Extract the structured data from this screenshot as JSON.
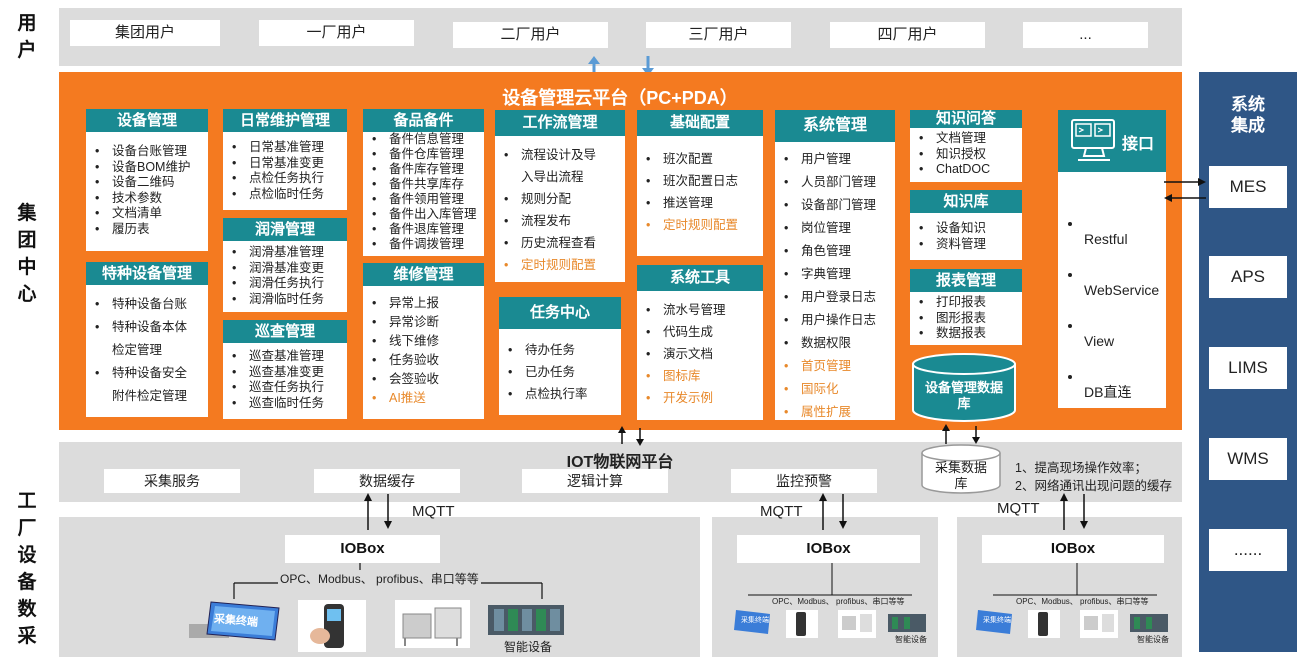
{
  "labels": {
    "user": "用户",
    "group_center": "集团中心",
    "factory": "工厂设备数采"
  },
  "users": [
    "集团用户",
    "一厂用户",
    "二厂用户",
    "三厂用户",
    "四厂用户",
    "..."
  ],
  "platform_title": "设备管理云平台（PC+PDA）",
  "modules": {
    "equipment": {
      "title": "设备管理",
      "items": [
        "设备台账管理",
        "设备BOM维护",
        "设备二维码",
        "技术参数",
        "文档清单",
        "履历表"
      ]
    },
    "special": {
      "title": "特种设备管理",
      "items": [
        "特种设备台账",
        "特种设备本体",
        "检定管理",
        "特种设备安全",
        "附件检定管理"
      ]
    },
    "daily": {
      "title": "日常维护管理",
      "items": [
        "日常基准管理",
        "日常基准变更",
        "点检任务执行",
        "点检临时任务"
      ]
    },
    "lube": {
      "title": "润滑管理",
      "items": [
        "润滑基准管理",
        "润滑基准变更",
        "润滑任务执行",
        "润滑临时任务"
      ]
    },
    "patrol": {
      "title": "巡查管理",
      "items": [
        "巡查基准管理",
        "巡查基准变更",
        "巡查任务执行",
        "巡查临时任务"
      ]
    },
    "spare": {
      "title": "备品备件",
      "items": [
        "备件信息管理",
        "备件仓库管理",
        "备件库存管理",
        "备件共享库存",
        "备件领用管理",
        "备件出入库管理",
        "备件退库管理",
        "备件调拨管理"
      ]
    },
    "repair": {
      "title": "维修管理",
      "items": [
        "异常上报",
        "异常诊断",
        "线下维修",
        "任务验收",
        "会签验收",
        "AI推送"
      ]
    },
    "workflow": {
      "title": "工作流管理",
      "items": [
        "流程设计及导",
        "入导出流程",
        "规则分配",
        "流程发布",
        "历史流程查看",
        "定时规则配置"
      ]
    },
    "task": {
      "title": "任务中心",
      "items": [
        "待办任务",
        "已办任务",
        "点检执行率"
      ]
    },
    "base": {
      "title": "基础配置",
      "items": [
        "班次配置",
        "班次配置日志",
        "推送管理",
        "定时规则配置"
      ]
    },
    "tools": {
      "title": "系统工具",
      "items": [
        "流水号管理",
        "代码生成",
        "演示文档",
        "图标库",
        "开发示例"
      ]
    },
    "system": {
      "title": "系统管理",
      "items": [
        "用户管理",
        "人员部门管理",
        "设备部门管理",
        "岗位管理",
        "角色管理",
        "字典管理",
        "用户登录日志",
        "用户操作日志",
        "数据权限",
        "首页管理",
        "国际化",
        "属性扩展"
      ]
    },
    "qa": {
      "title": "知识问答",
      "items": [
        "文档管理",
        "知识授权",
        "ChatDOC"
      ]
    },
    "kb": {
      "title": "知识库",
      "items": [
        "设备知识",
        "资料管理"
      ]
    },
    "report": {
      "title": "报表管理",
      "items": [
        "打印报表",
        "图形报表",
        "数据报表"
      ]
    },
    "interface": {
      "title": "接口",
      "items": [
        "Restful",
        "WebService",
        "View",
        "DB直连"
      ]
    }
  },
  "db": {
    "main": "设备管理数据库",
    "collect": "采集数据库"
  },
  "side": {
    "title": "系统集成",
    "items": [
      "MES",
      "APS",
      "LIMS",
      "WMS",
      "......"
    ]
  },
  "iot": {
    "title": "IOT物联网平台",
    "services": [
      "采集服务",
      "数据缓存",
      "逻辑计算",
      "监控预警"
    ],
    "notes": [
      "1、提高现场操作效率；",
      "2、网络通讯出现问题的缓存"
    ]
  },
  "factory": {
    "mqtt": "MQTT",
    "iobox": "IOBox",
    "protocols": "OPC、Modbus、 profibus、串口等等",
    "terminal": "采集终端",
    "smart": "智能设备"
  },
  "colors": {
    "orange": "#f47a20",
    "teal": "#1a8a92",
    "navy": "#2f5686",
    "arrow": "#5b9bd5"
  }
}
